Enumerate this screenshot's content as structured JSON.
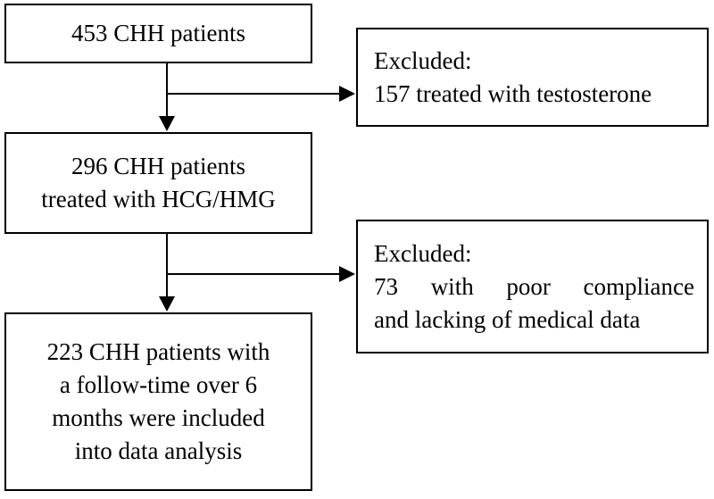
{
  "boxes": {
    "start": {
      "lines": [
        "453 CHH patients"
      ]
    },
    "exclusion1": {
      "lines": [
        "Excluded:",
        "157 treated with testosterone"
      ]
    },
    "treated": {
      "lines": [
        "296 CHH patients",
        "treated with HCG/HMG"
      ]
    },
    "exclusion2": {
      "lines": [
        "Excluded:",
        "73 with poor compliance",
        "and lacking of medical data"
      ]
    },
    "final": {
      "lines": [
        "223 CHH patients with",
        "a follow-time over 6",
        "months were included",
        "into data analysis"
      ]
    }
  },
  "colors": {
    "stroke": "#000000",
    "background": "#ffffff"
  }
}
